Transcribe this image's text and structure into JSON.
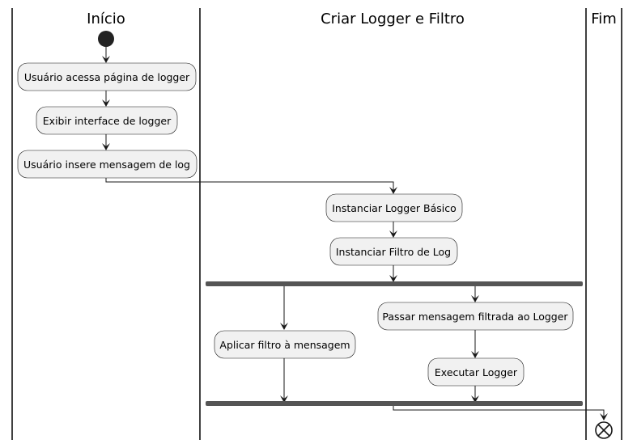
{
  "lanes": [
    {
      "id": "inicio",
      "title": "Início"
    },
    {
      "id": "criar",
      "title": "Criar Logger e Filtro"
    },
    {
      "id": "fim",
      "title": "Fim"
    }
  ],
  "nodes": {
    "acessa": "Usuário acessa página de logger",
    "exibir": "Exibir interface de logger",
    "insere": "Usuário insere mensagem de log",
    "logger_basico": "Instanciar Logger Básico",
    "filtro_log": "Instanciar Filtro de Log",
    "aplicar_filtro": "Aplicar filtro à mensagem",
    "passar_msg": "Passar mensagem filtrada ao Logger",
    "executar": "Executar Logger"
  },
  "colors": {
    "node_fill": "#f1f1f1",
    "node_stroke": "#181818",
    "fork_bar": "#555555",
    "start": "#222222"
  }
}
